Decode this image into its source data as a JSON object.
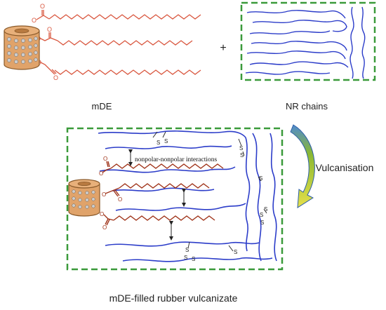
{
  "labels": {
    "mde": "mDE",
    "plus": "+",
    "nr_chains": "NR chains",
    "vulcanisation": "Vulcanisation",
    "interactions": "nonpolar-nonpolar interactions",
    "vulcanizate": "mDE-filled rubber vulcanizate",
    "oxygen": "O",
    "sulfur": "S"
  },
  "colors": {
    "chain_red": "#d9573f",
    "chain_brown": "#a0341a",
    "nr_blue": "#2b3cc9",
    "box_green": "#3a9a3a",
    "cylinder_fill": "#e0a36a",
    "cylinder_edge": "#8a5a2a",
    "dot_grey": "#c8c8c8",
    "arrow_green": "#8ab832",
    "arrow_yellow": "#e6e04a",
    "arrow_edge": "#2e5fa8"
  }
}
